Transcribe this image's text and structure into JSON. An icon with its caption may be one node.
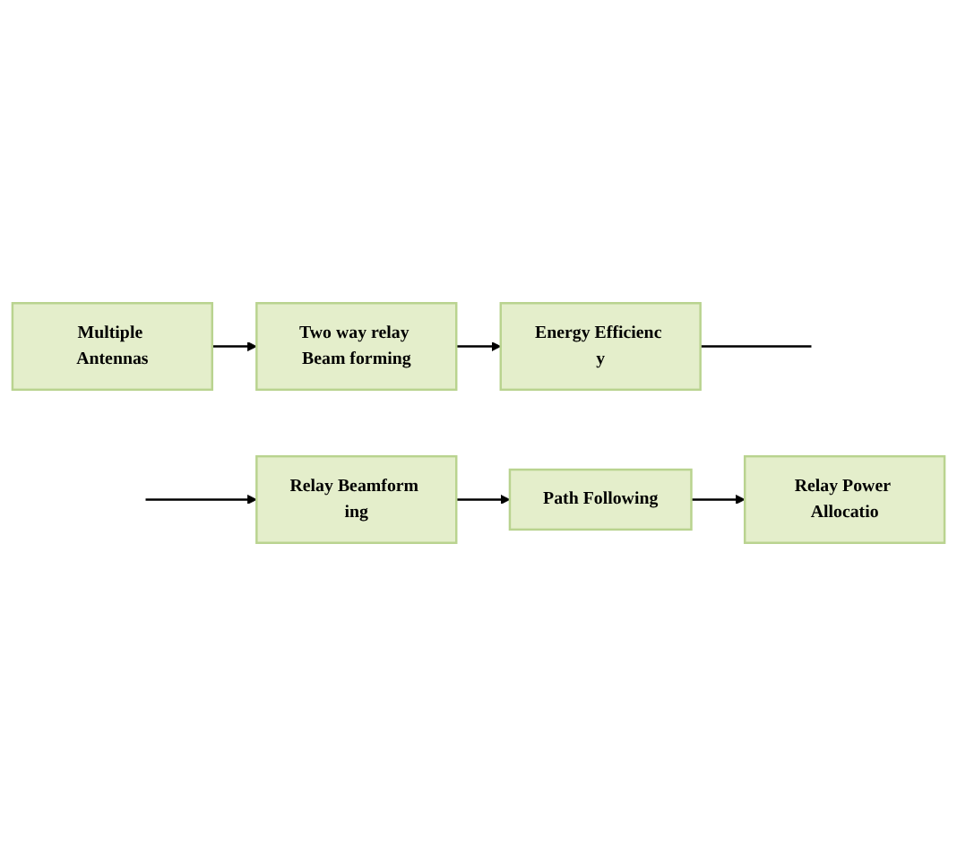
{
  "diagram": {
    "nodes": [
      {
        "text": [
          "Multiple Antennas"
        ]
      },
      {
        "text": [
          "Two way relay Beam forming"
        ]
      },
      {
        "text": [
          "Energy Efficienc y"
        ]
      },
      {
        "text": [
          "Relay Beamform ing"
        ]
      },
      {
        "text": [
          "Path Following"
        ]
      },
      {
        "text": [
          "Relay Power Allocatio"
        ]
      }
    ],
    "edges": [
      {
        "from": 0,
        "to": 1,
        "arrow": "to"
      },
      {
        "from": 1,
        "to": 2,
        "arrow": "to"
      },
      {
        "from": 2,
        "to": null,
        "arrow": "none"
      },
      {
        "from": null,
        "to": 3,
        "arrow": "to"
      },
      {
        "from": 3,
        "to": 4,
        "arrow": "to"
      },
      {
        "from": 4,
        "to": 5,
        "arrow": "to"
      }
    ]
  }
}
